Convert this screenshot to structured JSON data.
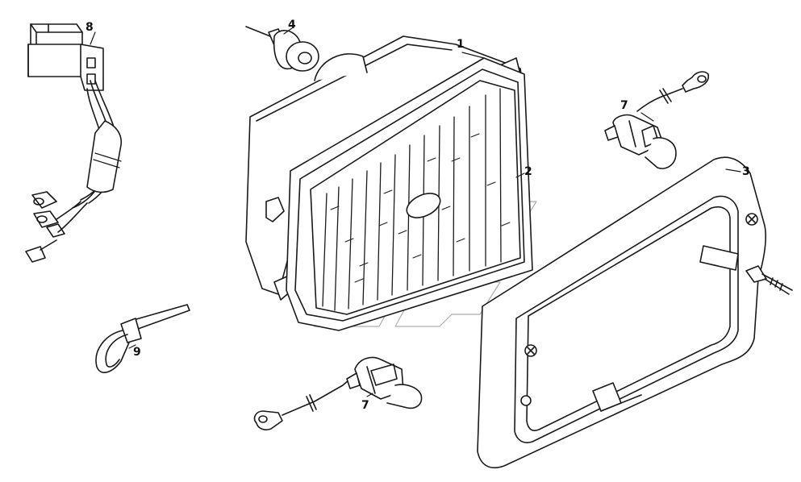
{
  "callouts": {
    "c1": "1",
    "c2": "2",
    "c3": "3",
    "c4": "4",
    "c7a": "7",
    "c7b": "7",
    "c8": "8",
    "c9": "9"
  },
  "colors": {
    "line": "#1a1a1a",
    "watermark": "#9a9a9a",
    "fill": "#ffffff"
  }
}
